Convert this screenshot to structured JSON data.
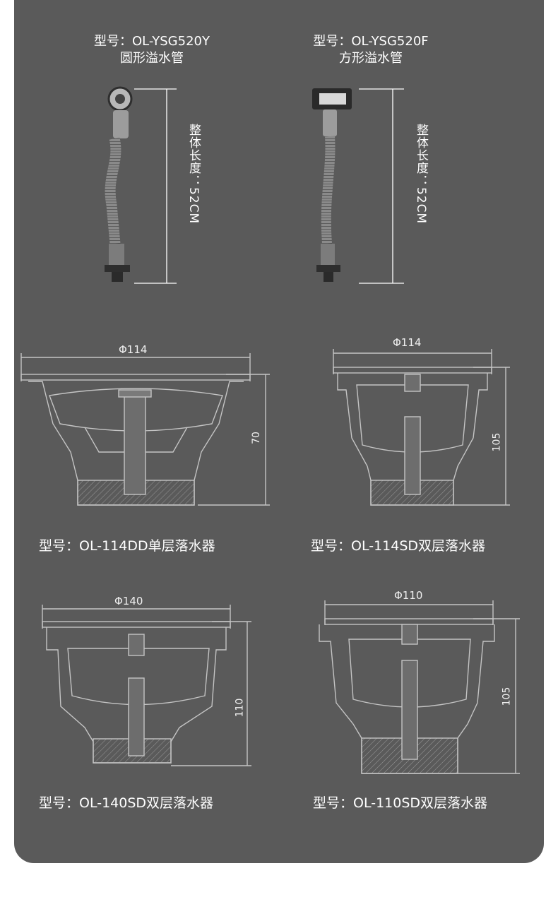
{
  "overflow_pipes": [
    {
      "model": "型号：OL-YSG520Y",
      "name": "圆形溢水管",
      "length": "整体长度：52CM"
    },
    {
      "model": "型号：OL-YSG520F",
      "name": "方形溢水管",
      "length": "整体长度：52CM"
    }
  ],
  "drains": [
    {
      "diameter": "Φ114",
      "height": "70",
      "caption": "型号：OL-114DD单层落水器"
    },
    {
      "diameter": "Φ114",
      "height": "105",
      "caption": "型号：OL-114SD双层落水器"
    },
    {
      "diameter": "Φ140",
      "height": "110",
      "caption": "型号：OL-140SD双层落水器"
    },
    {
      "diameter": "Φ110",
      "height": "105",
      "caption": "型号：OL-110SD双层落水器"
    }
  ],
  "colors": {
    "panel": "#5a5a5a",
    "line": "#bdbdbd",
    "text": "#ffffff"
  }
}
